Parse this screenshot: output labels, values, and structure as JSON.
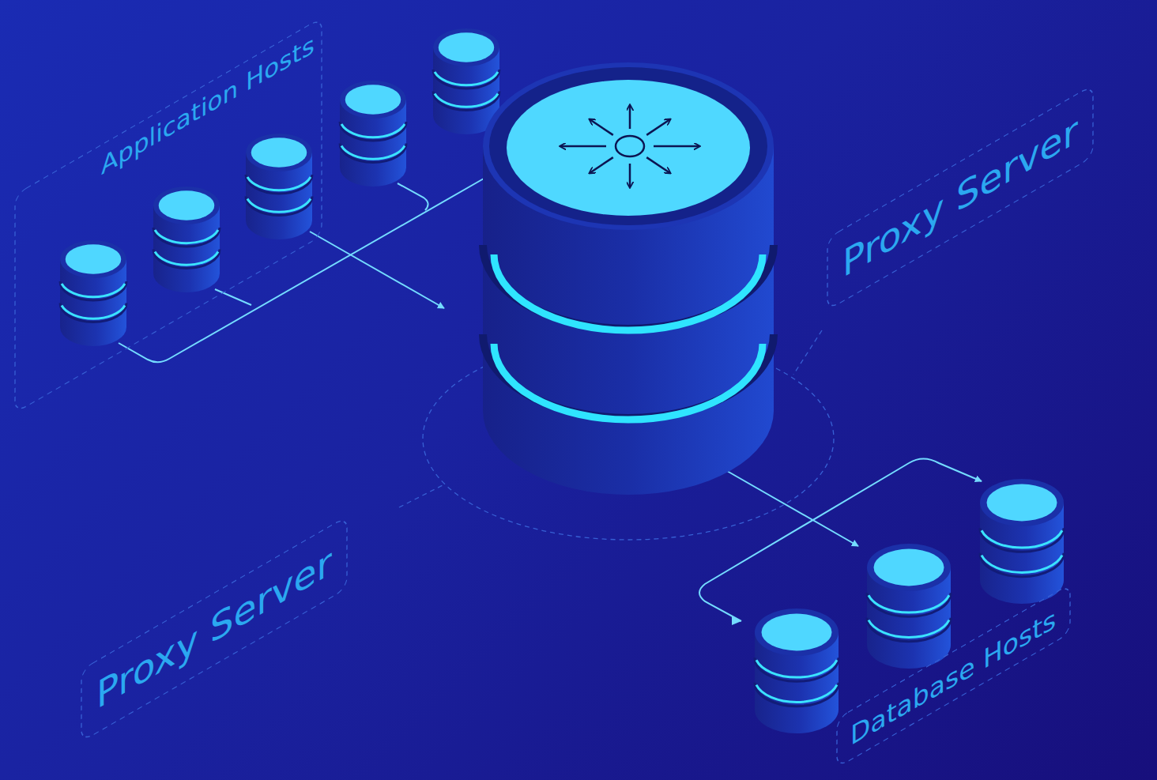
{
  "diagram": {
    "nodes": [
      {
        "text": [
          "Application Hosts"
        ]
      },
      {
        "text": [
          "Proxy Server"
        ]
      },
      {
        "text": [
          "Proxy Server"
        ]
      },
      {
        "text": [
          "Database Hosts"
        ]
      }
    ]
  }
}
